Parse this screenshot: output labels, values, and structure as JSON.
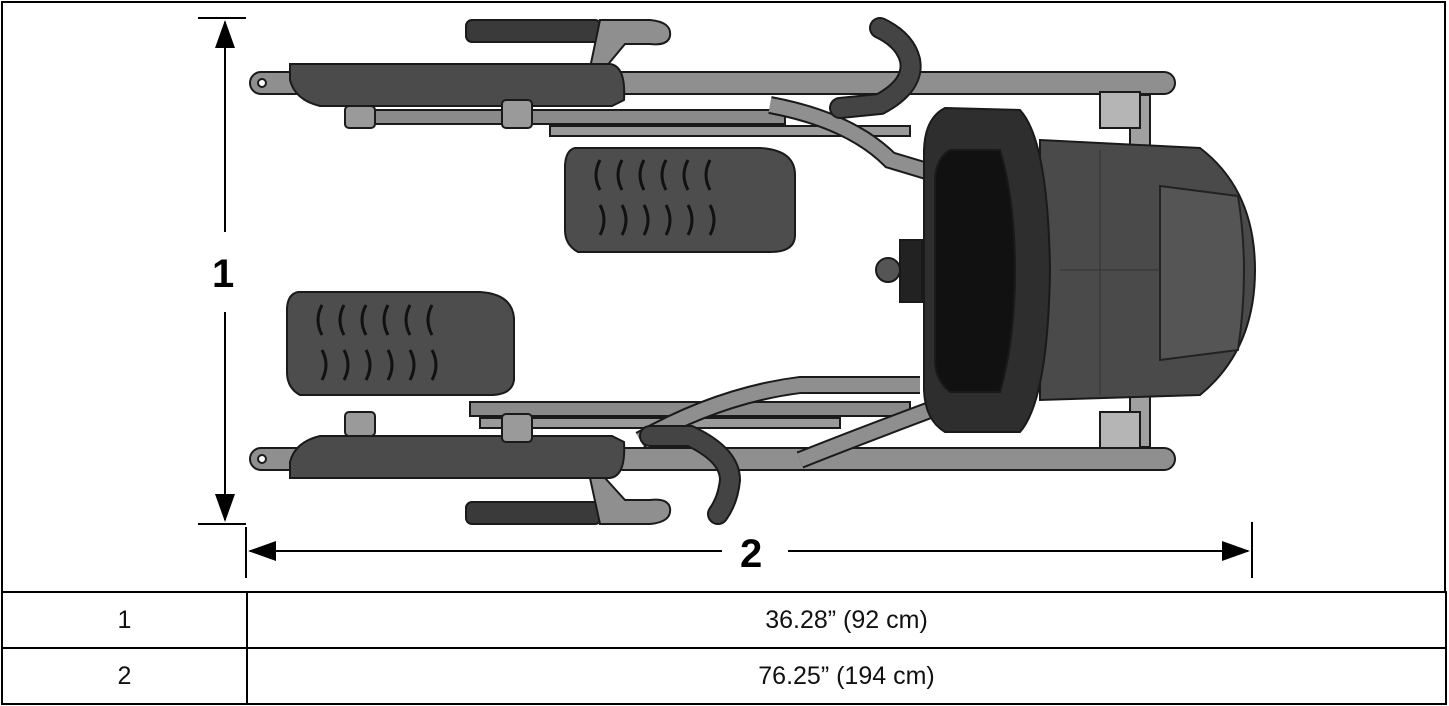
{
  "figure": {
    "dimension_markers": {
      "height_marker": "1",
      "length_marker": "2"
    },
    "subject": "elliptical-trainer-top-view"
  },
  "dimensions_table": {
    "rows": [
      {
        "key": "1",
        "value": "36.28” (92 cm)"
      },
      {
        "key": "2",
        "value": "76.25” (194 cm)"
      }
    ]
  }
}
